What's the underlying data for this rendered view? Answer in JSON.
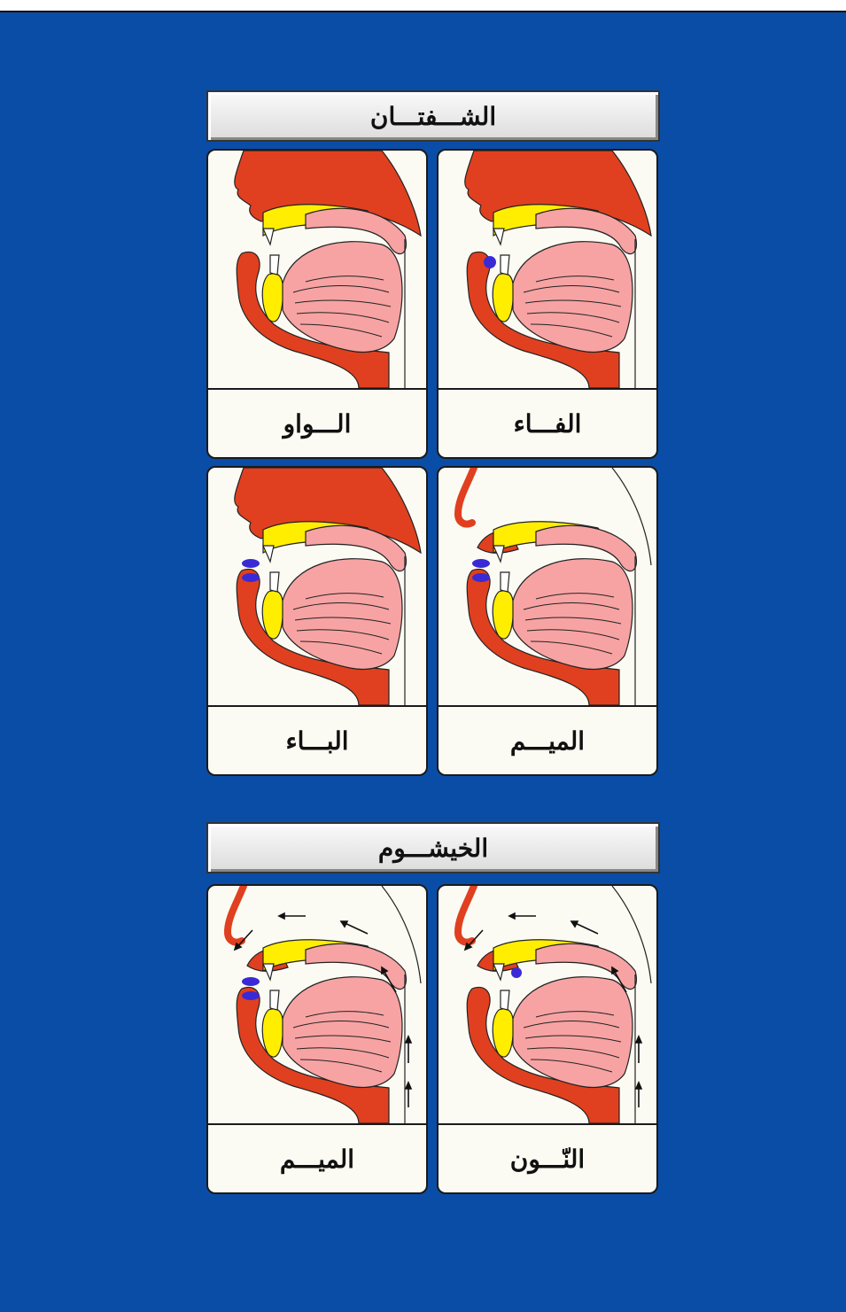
{
  "colors": {
    "background": "#0a4da6",
    "flesh": "#e0401f",
    "palate_bone": "#ffee00",
    "tongue": "#f7a3a3",
    "contact": "#3a2ad6"
  },
  "sections": [
    {
      "title": "الشـــفتـــان",
      "cards": [
        {
          "label": "الفـــاء",
          "diagram": "lips-fa",
          "contact": "lower-lip-upper-teeth"
        },
        {
          "label": "الـــواو",
          "diagram": "lips-waw",
          "contact": "none"
        },
        {
          "label": "الميـــم",
          "diagram": "lips-mim",
          "contact": "both-lips"
        },
        {
          "label": "البـــاء",
          "diagram": "lips-ba",
          "contact": "both-lips"
        }
      ]
    },
    {
      "title": "الخيشـــوم",
      "cards": [
        {
          "label": "النّـــون",
          "diagram": "nasal-nun",
          "contact": "tongue-tip-palate"
        },
        {
          "label": "الميـــم",
          "diagram": "nasal-mim",
          "contact": "both-lips"
        }
      ]
    }
  ]
}
